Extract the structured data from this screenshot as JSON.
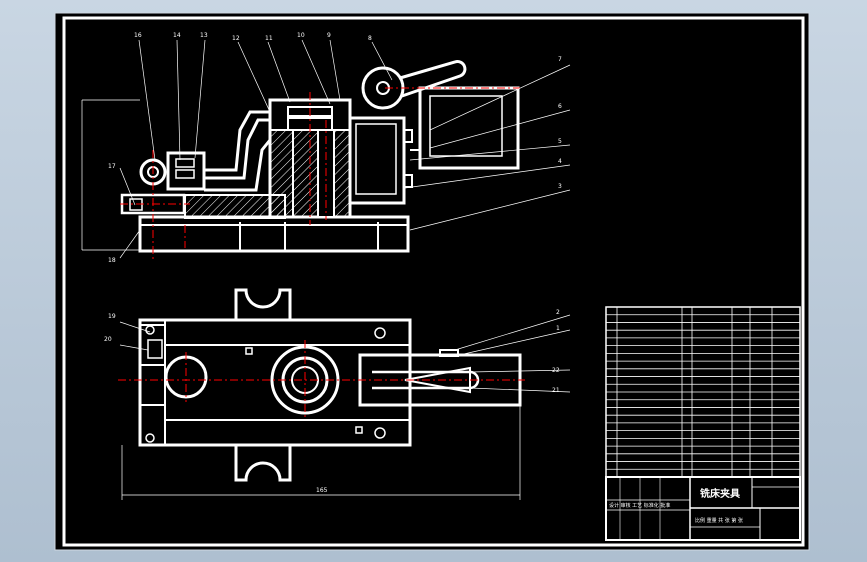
{
  "colors": {
    "viewer_bg": "#b7c6d6",
    "paper": "#000000",
    "frame": "#ffffff",
    "centerline": "#ff0000",
    "leader": "#ffffff"
  },
  "balloons_front": [
    "16",
    "14",
    "13",
    "12",
    "11",
    "10",
    "9",
    "8",
    "7",
    "6",
    "5",
    "4",
    "3",
    "17",
    "18"
  ],
  "balloons_top": [
    "19",
    "20",
    "2",
    "1",
    "22",
    "21"
  ],
  "dimensions": {
    "overall_length": "165"
  },
  "title_block": {
    "drawing_title": "铣床夹具",
    "row1": "设计 审核 工艺 标准化 批准",
    "row2": "比例 重量 共 张 第 张"
  }
}
